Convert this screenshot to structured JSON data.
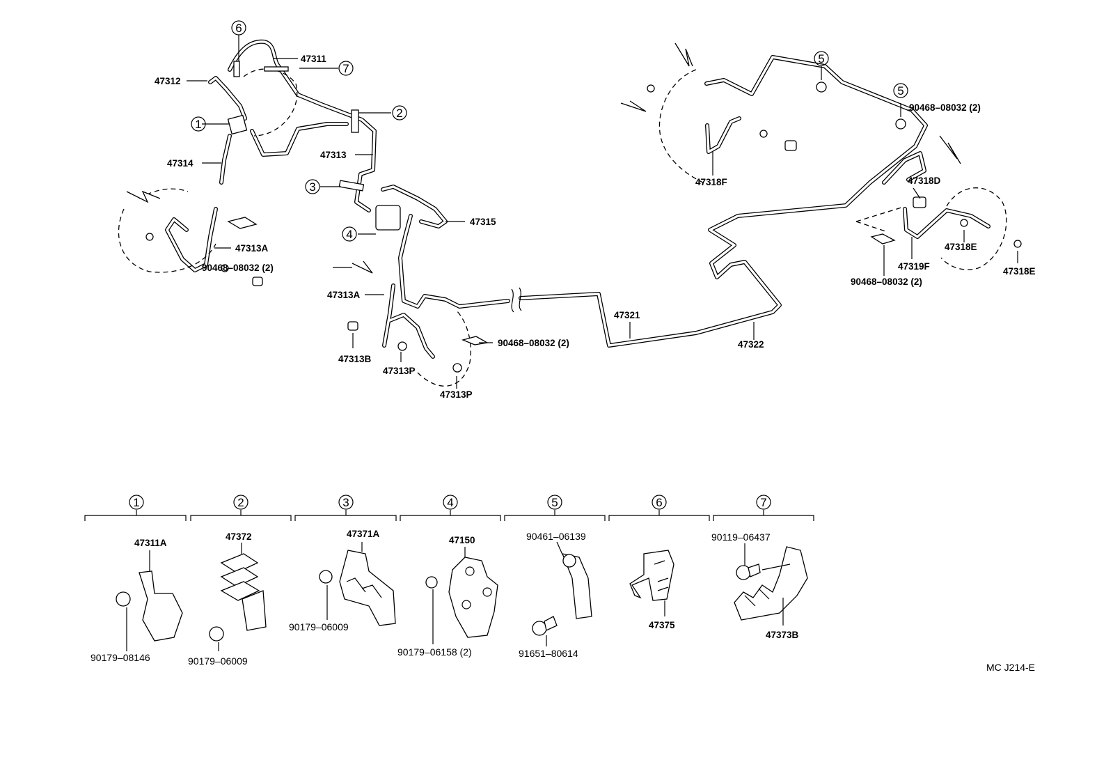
{
  "callouts": {
    "c1": "1",
    "c2": "2",
    "c3": "3",
    "c4": "4",
    "c5": "5",
    "c6": "6",
    "c7": "7"
  },
  "labels": {
    "p47311": "47311",
    "p47312": "47312",
    "p47313": "47313",
    "p47314": "47314",
    "p47313A_left": "47313A",
    "p47315": "47315",
    "clip_left": "90468–08032 (2)",
    "p47313A_mid": "47313A",
    "p47313B": "47313B",
    "p47313P_a": "47313P",
    "p47313P_b": "47313P",
    "clip_mid": "90468–08032 (2)",
    "p47321": "47321",
    "p47322": "47322",
    "p47318F": "47318F",
    "clip_right_top": "90468–08032 (2)",
    "p47318D": "47318D",
    "p47318E_a": "47318E",
    "p47318E_b": "47318E",
    "p47319F": "47319F",
    "clip_right_bottom": "90468–08032 (2)"
  },
  "detail_groups": [
    {
      "num": "1",
      "parts": [
        "47311A",
        "90179–08146"
      ]
    },
    {
      "num": "2",
      "parts": [
        "47372",
        "90179–06009"
      ]
    },
    {
      "num": "3",
      "parts": [
        "47371A",
        "90179–06009"
      ]
    },
    {
      "num": "4",
      "parts": [
        "47150",
        "90179–06158 (2)"
      ]
    },
    {
      "num": "5",
      "parts": [
        "90461–06139",
        "91651–80614"
      ]
    },
    {
      "num": "6",
      "parts": [
        "47375"
      ]
    },
    {
      "num": "7",
      "parts": [
        "90119–06437",
        "47373B"
      ]
    }
  ],
  "diagram_code": "MC J214-E"
}
